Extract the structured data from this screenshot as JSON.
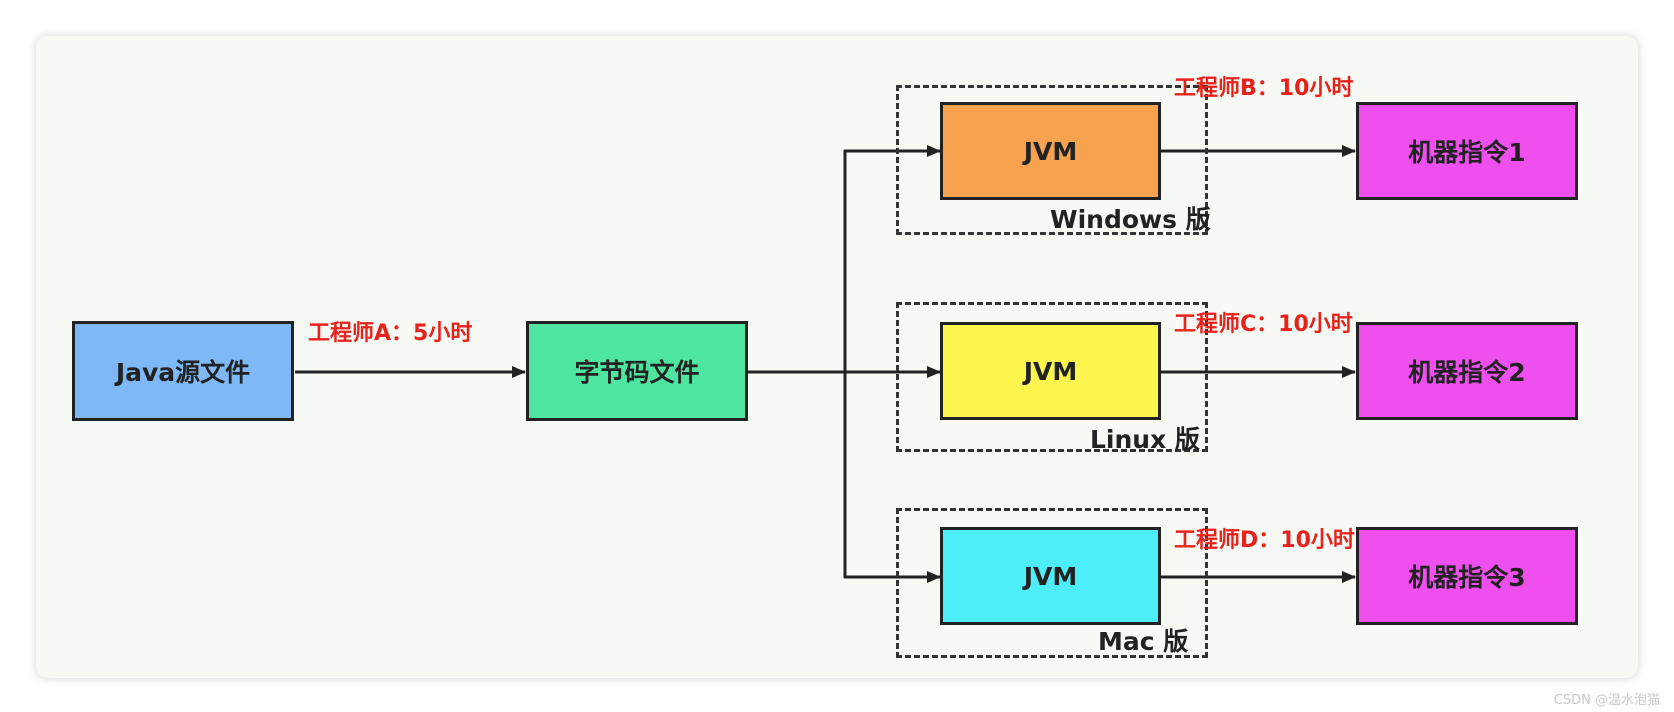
{
  "colors": {
    "source_box": "#7fb8f7",
    "bytecode_box": "#4ee5a0",
    "jvm_windows": "#f7a24e",
    "jvm_linux": "#fbf54e",
    "jvm_mac": "#4eeef8",
    "machine_box": "#f04ff0",
    "engineer_text": "#e8221a",
    "line": "#222222"
  },
  "nodes": {
    "source": "Java源文件",
    "bytecode": "字节码文件",
    "jvm_windows": "JVM",
    "jvm_linux": "JVM",
    "jvm_mac": "JVM",
    "machine1": "机器指令1",
    "machine2": "机器指令2",
    "machine3": "机器指令3"
  },
  "platforms": {
    "windows": "Windows 版",
    "linux": "Linux 版",
    "mac": "Mac 版"
  },
  "engineers": {
    "a": "工程师A：5小时",
    "b": "工程师B：10小时",
    "c": "工程师C：10小时",
    "d": "工程师D：10小时"
  },
  "watermark": "CSDN @温水泡猫"
}
